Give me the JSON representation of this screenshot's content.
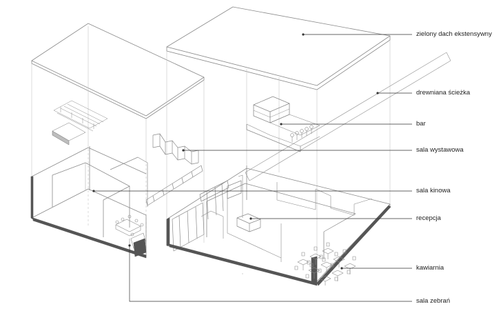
{
  "diagram": {
    "type": "axonometric-exploded-building",
    "colors": {
      "line": "#8a8a8a",
      "light_line": "#c4c4c4",
      "wall_cut": "#555555",
      "callout": "#333333",
      "label": "#222222",
      "background": "#ffffff"
    },
    "callouts": [
      {
        "id": "green-roof",
        "label": "zielony dach ekstensywny"
      },
      {
        "id": "wooden-path",
        "label": "drewniana ścieżka"
      },
      {
        "id": "bar",
        "label": "bar"
      },
      {
        "id": "exhibition-hall",
        "label": "sala wystawowa"
      },
      {
        "id": "cinema-hall",
        "label": "sala kinowa"
      },
      {
        "id": "reception",
        "label": "recepcja"
      },
      {
        "id": "cafe",
        "label": "kawiarnia"
      },
      {
        "id": "meeting-room",
        "label": "sala zebrań"
      }
    ]
  }
}
